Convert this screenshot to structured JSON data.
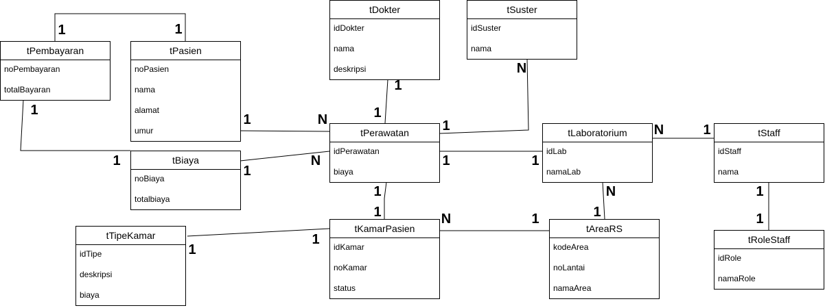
{
  "diagram": {
    "colors": {
      "line": "#000000",
      "box_fill": "#ffffff",
      "text": "#000000"
    },
    "entities": {
      "tPembayaran": {
        "title": "tPembayaran",
        "attrs": [
          "noPembayaran",
          "totalBayaran"
        ]
      },
      "tPasien": {
        "title": "tPasien",
        "attrs": [
          "noPasien",
          "nama",
          "alamat",
          "umur"
        ]
      },
      "tDokter": {
        "title": "tDokter",
        "attrs": [
          "idDokter",
          "nama",
          "deskripsi"
        ]
      },
      "tSuster": {
        "title": "tSuster",
        "attrs": [
          "idSuster",
          "nama"
        ]
      },
      "tPerawatan": {
        "title": "tPerawatan",
        "attrs": [
          "idPerawatan",
          "biaya"
        ]
      },
      "tLaboratorium": {
        "title": "tLaboratorium",
        "attrs": [
          "idLab",
          "namaLab"
        ]
      },
      "tStaff": {
        "title": "tStaff",
        "attrs": [
          "idStaff",
          "nama"
        ]
      },
      "tBiaya": {
        "title": "tBiaya",
        "attrs": [
          "noBiaya",
          "totalbiaya"
        ]
      },
      "tTipeKamar": {
        "title": "tTipeKamar",
        "attrs": [
          "idTipe",
          "deskripsi",
          "biaya"
        ]
      },
      "tKamarPasien": {
        "title": "tKamarPasien",
        "attrs": [
          "idKamar",
          "noKamar",
          "status"
        ]
      },
      "tAreaRS": {
        "title": "tAreaRS",
        "attrs": [
          "kodeArea",
          "noLantai",
          "namaArea"
        ]
      },
      "tRoleStaff": {
        "title": "tRoleStaff",
        "attrs": [
          "idRole",
          "namaRole"
        ]
      }
    },
    "relations": [
      {
        "from": "tPembayaran",
        "to": "tPasien",
        "from_card": "1",
        "to_card": "1"
      },
      {
        "from": "tPembayaran",
        "to": "tBiaya",
        "from_card": "1",
        "to_card": "1"
      },
      {
        "from": "tPasien",
        "to": "tPerawatan",
        "from_card": "1",
        "to_card": "N"
      },
      {
        "from": "tDokter",
        "to": "tPerawatan",
        "from_card": "1",
        "to_card": "1"
      },
      {
        "from": "tSuster",
        "to": "tPerawatan",
        "from_card": "N",
        "to_card": "1"
      },
      {
        "from": "tBiaya",
        "to": "tPerawatan",
        "from_card": "1",
        "to_card": "N"
      },
      {
        "from": "tPerawatan",
        "to": "tLaboratorium",
        "from_card": "1",
        "to_card": "1"
      },
      {
        "from": "tLaboratorium",
        "to": "tStaff",
        "from_card": "N",
        "to_card": "1"
      },
      {
        "from": "tPerawatan",
        "to": "tKamarPasien",
        "from_card": "1",
        "to_card": "1"
      },
      {
        "from": "tTipeKamar",
        "to": "tKamarPasien",
        "from_card": "1",
        "to_card": "1"
      },
      {
        "from": "tKamarPasien",
        "to": "tAreaRS",
        "from_card": "N",
        "to_card": "1"
      },
      {
        "from": "tLaboratorium",
        "to": "tAreaRS",
        "from_card": "N",
        "to_card": "1"
      },
      {
        "from": "tStaff",
        "to": "tRoleStaff",
        "from_card": "1",
        "to_card": "1"
      }
    ]
  }
}
